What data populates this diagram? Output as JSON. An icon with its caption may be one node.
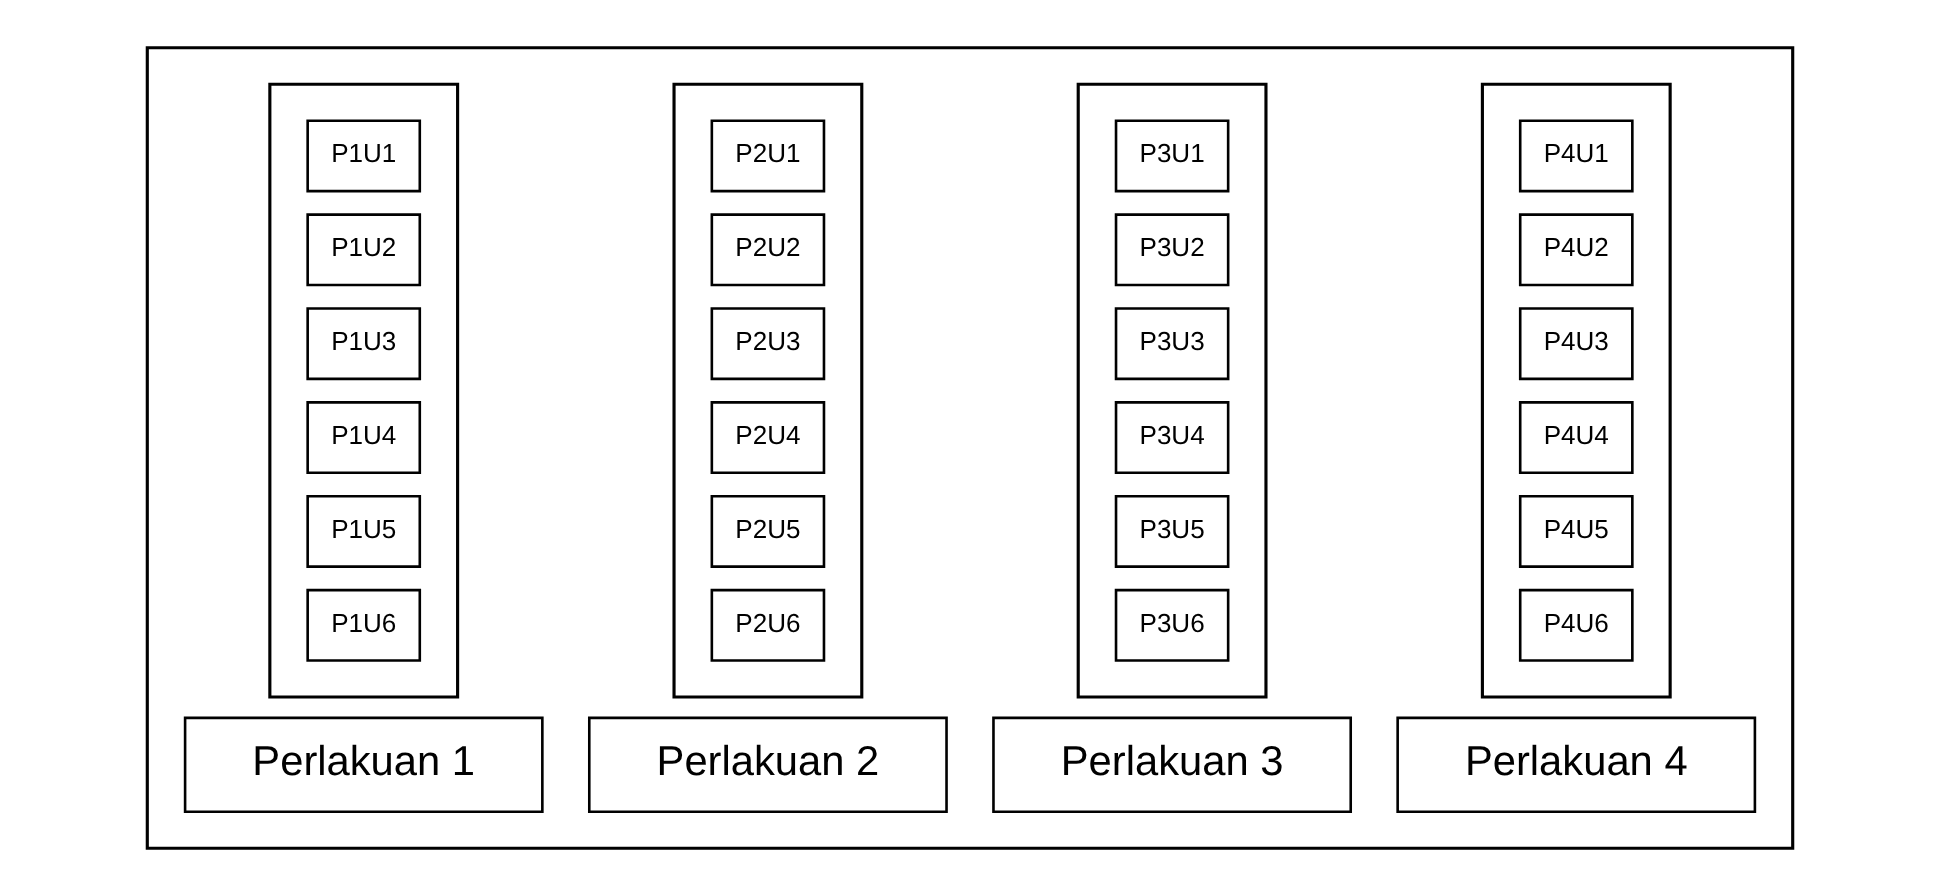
{
  "diagram": {
    "nodes": [
      {
        "text": [],
        "shape": "box"
      },
      {
        "text": [],
        "shape": "box",
        "in": 0
      },
      {
        "text": [
          "P1U1"
        ],
        "in": 1
      },
      {
        "text": [
          "P1U2"
        ],
        "in": 1
      },
      {
        "text": [
          "P1U3"
        ],
        "in": 1
      },
      {
        "text": [
          "P1U4"
        ],
        "in": 1
      },
      {
        "text": [
          "P1U5"
        ],
        "in": 1
      },
      {
        "text": [
          "P1U6"
        ],
        "in": 1
      },
      {
        "text": [
          "Perlakuan 1"
        ],
        "in": 0
      },
      {
        "text": [],
        "shape": "box",
        "in": 0
      },
      {
        "text": [
          "P2U1"
        ],
        "in": 9
      },
      {
        "text": [
          "P2U2"
        ],
        "in": 9
      },
      {
        "text": [
          "P2U3"
        ],
        "in": 9
      },
      {
        "text": [
          "P2U4"
        ],
        "in": 9
      },
      {
        "text": [
          "P2U5"
        ],
        "in": 9
      },
      {
        "text": [
          "P2U6"
        ],
        "in": 9
      },
      {
        "text": [
          "Perlakuan 2"
        ],
        "in": 0
      },
      {
        "text": [],
        "shape": "box",
        "in": 0
      },
      {
        "text": [
          "P3U1"
        ],
        "in": 17
      },
      {
        "text": [
          "P3U2"
        ],
        "in": 17
      },
      {
        "text": [
          "P3U3"
        ],
        "in": 17
      },
      {
        "text": [
          "P3U4"
        ],
        "in": 17
      },
      {
        "text": [
          "P3U5"
        ],
        "in": 17
      },
      {
        "text": [
          "P3U6"
        ],
        "in": 17
      },
      {
        "text": [
          "Perlakuan 3"
        ],
        "in": 0
      },
      {
        "text": [],
        "shape": "box",
        "in": 0
      },
      {
        "text": [
          "P4U1"
        ],
        "in": 25
      },
      {
        "text": [
          "P4U2"
        ],
        "in": 25
      },
      {
        "text": [
          "P4U3"
        ],
        "in": 25
      },
      {
        "text": [
          "P4U4"
        ],
        "in": 25
      },
      {
        "text": [
          "P4U5"
        ],
        "in": 25
      },
      {
        "text": [
          "P4U6"
        ],
        "in": 25
      },
      {
        "text": [
          "Perlakuan 4"
        ],
        "in": 0
      }
    ]
  }
}
